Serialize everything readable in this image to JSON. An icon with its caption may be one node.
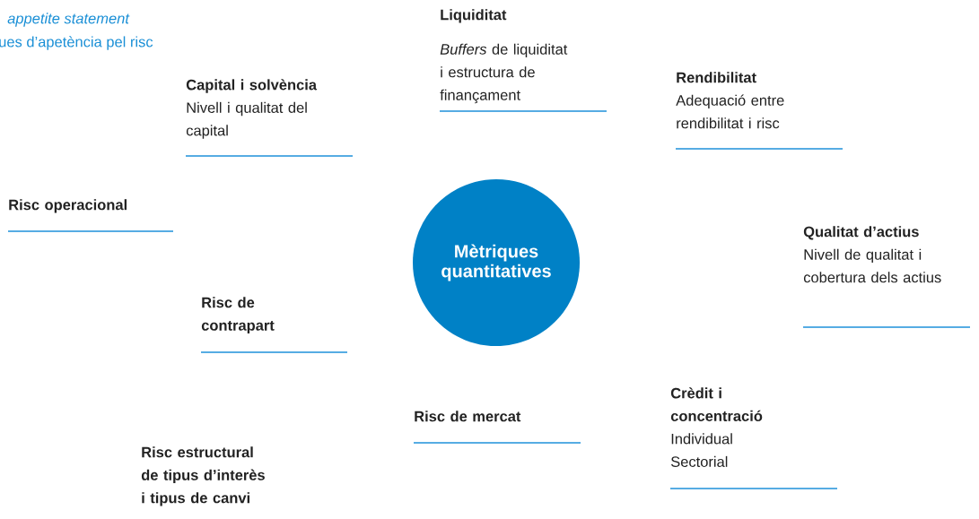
{
  "diagram": {
    "nodes": [
      {
        "text": [
          "Mètriques quantitatives"
        ]
      },
      {
        "text": [
          "Liquiditat",
          "*Buffers* de liquiditat i estructura de finançament"
        ]
      },
      {
        "text": [
          "Capital i solvència",
          "Nivell i qualitat del capital"
        ]
      },
      {
        "text": [
          "Rendibilitat",
          "Adequació entre rendibilitat i risc"
        ]
      },
      {
        "text": [
          "Risc operacional"
        ]
      },
      {
        "text": [
          "Qualitat d’actius",
          "Nivell de qualitat i cobertura dels actius"
        ]
      },
      {
        "text": [
          "Risc de contrapart"
        ]
      },
      {
        "text": [
          "Risc de mercat"
        ]
      },
      {
        "text": [
          "Crèdit i concentració",
          "Individual Sectorial"
        ]
      },
      {
        "text": [
          "Risc estructural de tipus d’interès i tipus de canvi"
        ]
      }
    ],
    "labels": [
      "appetite statement",
      "ues d’apetència pel risc"
    ]
  }
}
